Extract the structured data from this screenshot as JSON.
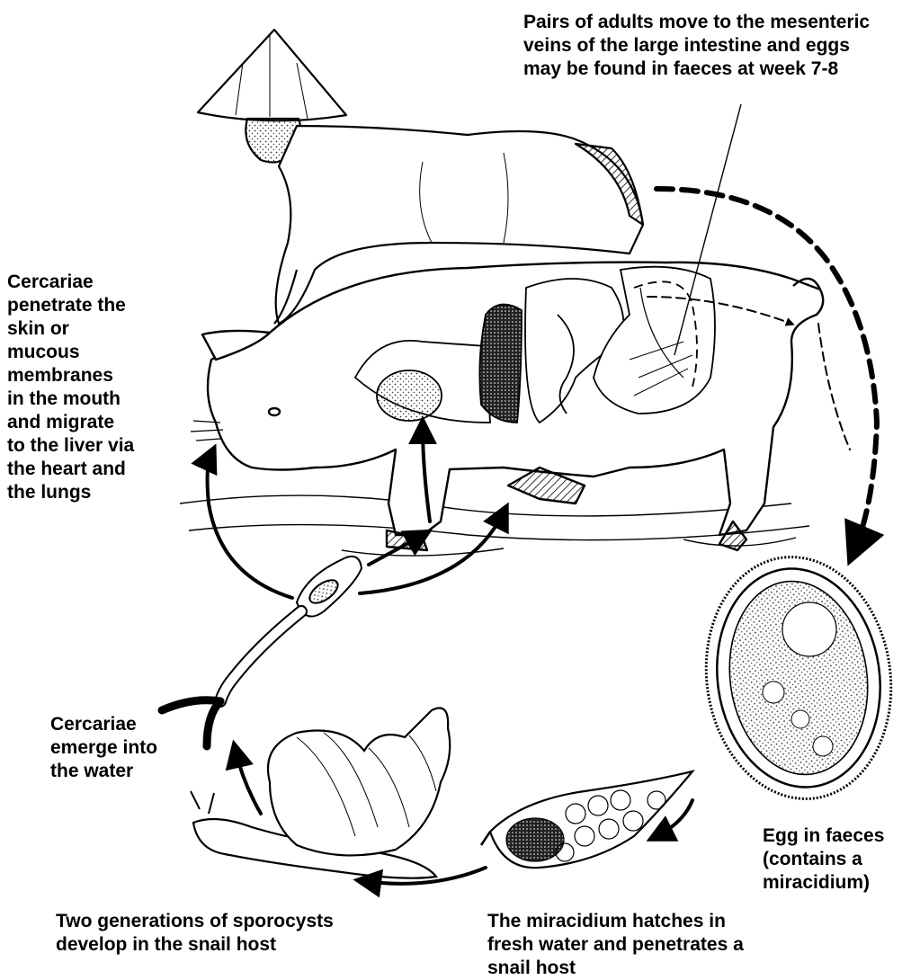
{
  "labels": {
    "adults": "Pairs of adults move to the mesenteric\nveins of the large intestine and eggs\nmay be found in faeces at week 7-8",
    "cercariae_penetrate": "Cercariae\npenetrate the\nskin or\nmucous\nmembranes\nin the mouth\nand migrate\nto the liver via\nthe heart and\nthe lungs",
    "cercariae_emerge": "Cercariae\nemerge into\nthe water",
    "egg": "Egg in faeces\n(contains a\nmiracidium)",
    "sporocysts": "Two generations of sporocysts\ndevelop in the snail host",
    "miracidium": "The miracidium hatches in\nfresh water and penetrates a\nsnail host"
  },
  "colors": {
    "ink": "#000000",
    "paper": "#ffffff",
    "stipple": "#555555"
  },
  "icons": [
    "conical-hat-person",
    "pig",
    "schistosome-egg",
    "miracidium",
    "snail",
    "cercaria"
  ]
}
